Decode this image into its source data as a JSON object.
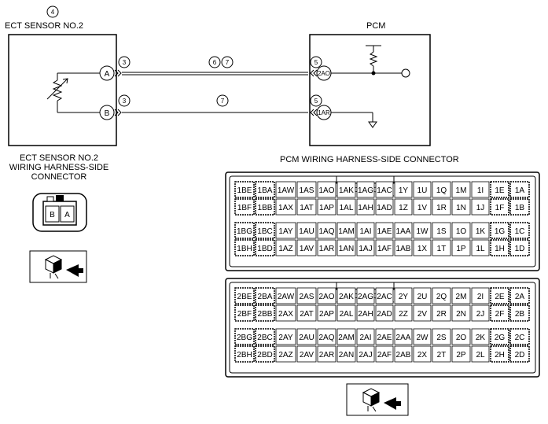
{
  "sensor": {
    "number_badge": "4",
    "title": "ECT SENSOR NO.2",
    "terminal_a": "A",
    "terminal_b": "B"
  },
  "pcm": {
    "title": "PCM",
    "terminal_top": "2AO",
    "terminal_bottom": "1AR"
  },
  "wires": {
    "top_left_ref": "3",
    "top_mid_ref_1": "6",
    "top_mid_ref_2": "7",
    "top_right_ref": "5",
    "bottom_left_ref": "3",
    "bottom_mid_ref": "7",
    "bottom_right_ref": "5"
  },
  "sensor_connector": {
    "title_line1": "ECT SENSOR NO.2",
    "title_line2": "WIRING HARNESS-SIDE",
    "title_line3": "CONNECTOR",
    "pins": [
      "B",
      "A"
    ]
  },
  "pcm_connector": {
    "title": "PCM WIRING HARNESS-SIDE CONNECTOR",
    "block1": [
      [
        "1BE",
        "1BA",
        "1AW",
        "1AS",
        "1AO",
        "1AK",
        "1AG",
        "1AC",
        "1Y",
        "1U",
        "1Q",
        "1M",
        "1I",
        "1E",
        "1A"
      ],
      [
        "1BF",
        "1BB",
        "1AX",
        "1AT",
        "1AP",
        "1AL",
        "1AH",
        "1AD",
        "1Z",
        "1V",
        "1R",
        "1N",
        "1J",
        "1F",
        "1B"
      ],
      [
        "1BG",
        "1BC",
        "1AY",
        "1AU",
        "1AQ",
        "1AM",
        "1AI",
        "1AE",
        "1AA",
        "1W",
        "1S",
        "1O",
        "1K",
        "1G",
        "1C"
      ],
      [
        "1BH",
        "1BD",
        "1AZ",
        "1AV",
        "1AR",
        "1AN",
        "1AJ",
        "1AF",
        "1AB",
        "1X",
        "1T",
        "1P",
        "1L",
        "1H",
        "1D"
      ]
    ],
    "block2": [
      [
        "2BE",
        "2BA",
        "2AW",
        "2AS",
        "2AO",
        "2AK",
        "2AG",
        "2AC",
        "2Y",
        "2U",
        "2Q",
        "2M",
        "2I",
        "2E",
        "2A"
      ],
      [
        "2BF",
        "2BB",
        "2AX",
        "2AT",
        "2AP",
        "2AL",
        "2AH",
        "2AD",
        "2Z",
        "2V",
        "2R",
        "2N",
        "2J",
        "2F",
        "2B"
      ],
      [
        "2BG",
        "2BC",
        "2AY",
        "2AU",
        "2AQ",
        "2AM",
        "2AI",
        "2AE",
        "2AA",
        "2W",
        "2S",
        "2O",
        "2K",
        "2G",
        "2C"
      ],
      [
        "2BH",
        "2BD",
        "2AZ",
        "2AV",
        "2AR",
        "2AN",
        "2AJ",
        "2AF",
        "2AB",
        "2X",
        "2T",
        "2P",
        "2L",
        "2H",
        "2D"
      ]
    ]
  },
  "icons": {
    "view_direction": "connector-view-direction-icon"
  }
}
